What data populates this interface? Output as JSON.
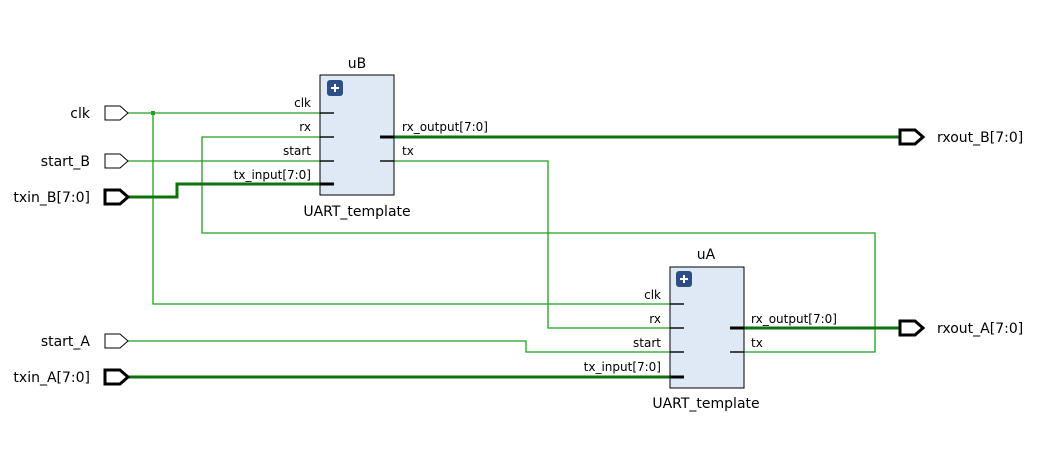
{
  "colors": {
    "wire": "#1fa01f",
    "bus": "#0e720e",
    "block_fill": "#dfe9f6",
    "block_stroke": "#000000",
    "plus_fill": "#2e4f86"
  },
  "ports": {
    "clk": "clk",
    "start_B": "start_B",
    "txin_B": "txin_B[7:0]",
    "start_A": "start_A",
    "txin_A": "txin_A[7:0]",
    "rxout_B": "rxout_B[7:0]",
    "rxout_A": "rxout_A[7:0]"
  },
  "blocks": {
    "uB": {
      "instance": "uB",
      "cell": "UART_template",
      "expand_icon": "plus-icon",
      "pins_in": [
        "clk",
        "rx",
        "start",
        "tx_input[7:0]"
      ],
      "pins_out": [
        "rx_output[7:0]",
        "tx"
      ]
    },
    "uA": {
      "instance": "uA",
      "cell": "UART_template",
      "expand_icon": "plus-icon",
      "pins_in": [
        "clk",
        "rx",
        "start",
        "tx_input[7:0]"
      ],
      "pins_out": [
        "rx_output[7:0]",
        "tx"
      ]
    }
  }
}
